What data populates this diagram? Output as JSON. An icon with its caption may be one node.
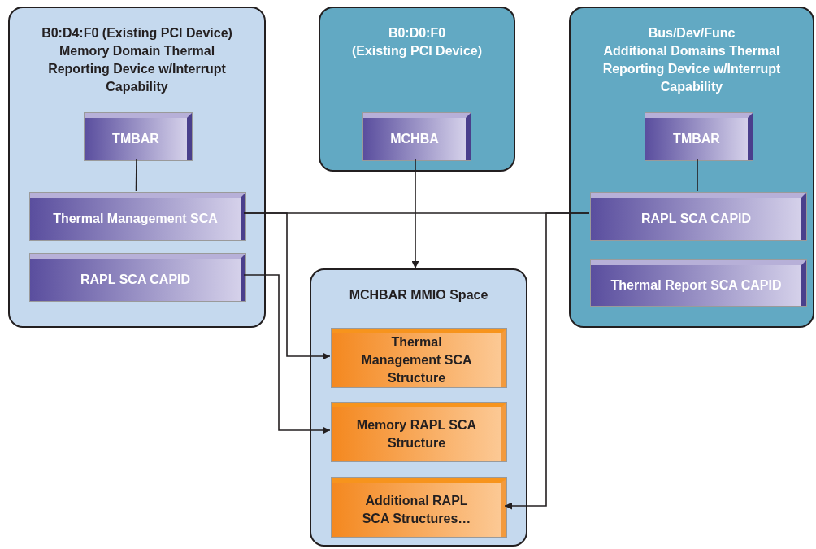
{
  "diagram": {
    "nodes": [
      {
        "text": [
          "B0:D4:F0 (Existing PCI Device)",
          "Memory Domain Thermal Reporting Device w/Interrupt Capability"
        ]
      },
      {
        "text": [
          "TMBAR"
        ],
        "in": 0
      },
      {
        "text": [
          "Thermal Management SCA"
        ],
        "in": 0
      },
      {
        "text": [
          "RAPL SCA CAPID"
        ],
        "in": 0
      },
      {
        "text": [
          "B0:D0:F0",
          "(Existing PCI Device)"
        ]
      },
      {
        "text": [
          "MCHBA"
        ],
        "in": 4
      },
      {
        "text": [
          "Bus/Dev/Func",
          "Additional Domains Thermal Reporting Device w/Interrupt Capability"
        ]
      },
      {
        "text": [
          "TMBAR"
        ],
        "in": 6
      },
      {
        "text": [
          "RAPL SCA CAPID"
        ],
        "in": 6
      },
      {
        "text": [
          "Thermal Report SCA CAPID"
        ],
        "in": 6
      },
      {
        "text": [
          "MCHBAR MMIO Space"
        ]
      },
      {
        "text": [
          "Thermal Management SCA Structure"
        ],
        "in": 10
      },
      {
        "text": [
          "Memory RAPL SCA Structure"
        ],
        "in": 10
      },
      {
        "text": [
          "Additional RAPL SCA Structures…"
        ],
        "in": 10
      }
    ],
    "edges": [
      {
        "from": 1,
        "to": 2,
        "arrow": "none"
      },
      {
        "from": 7,
        "to": 8,
        "arrow": "none"
      },
      {
        "from": 5,
        "to": 10,
        "arrow": "to"
      },
      {
        "from": 2,
        "to": 11,
        "arrow": "to"
      },
      {
        "from": 8,
        "to": 13,
        "arrow": "to"
      },
      {
        "from": 2,
        "to": 8,
        "arrow": "none"
      },
      {
        "from": 3,
        "to": 12,
        "arrow": "to"
      }
    ]
  }
}
